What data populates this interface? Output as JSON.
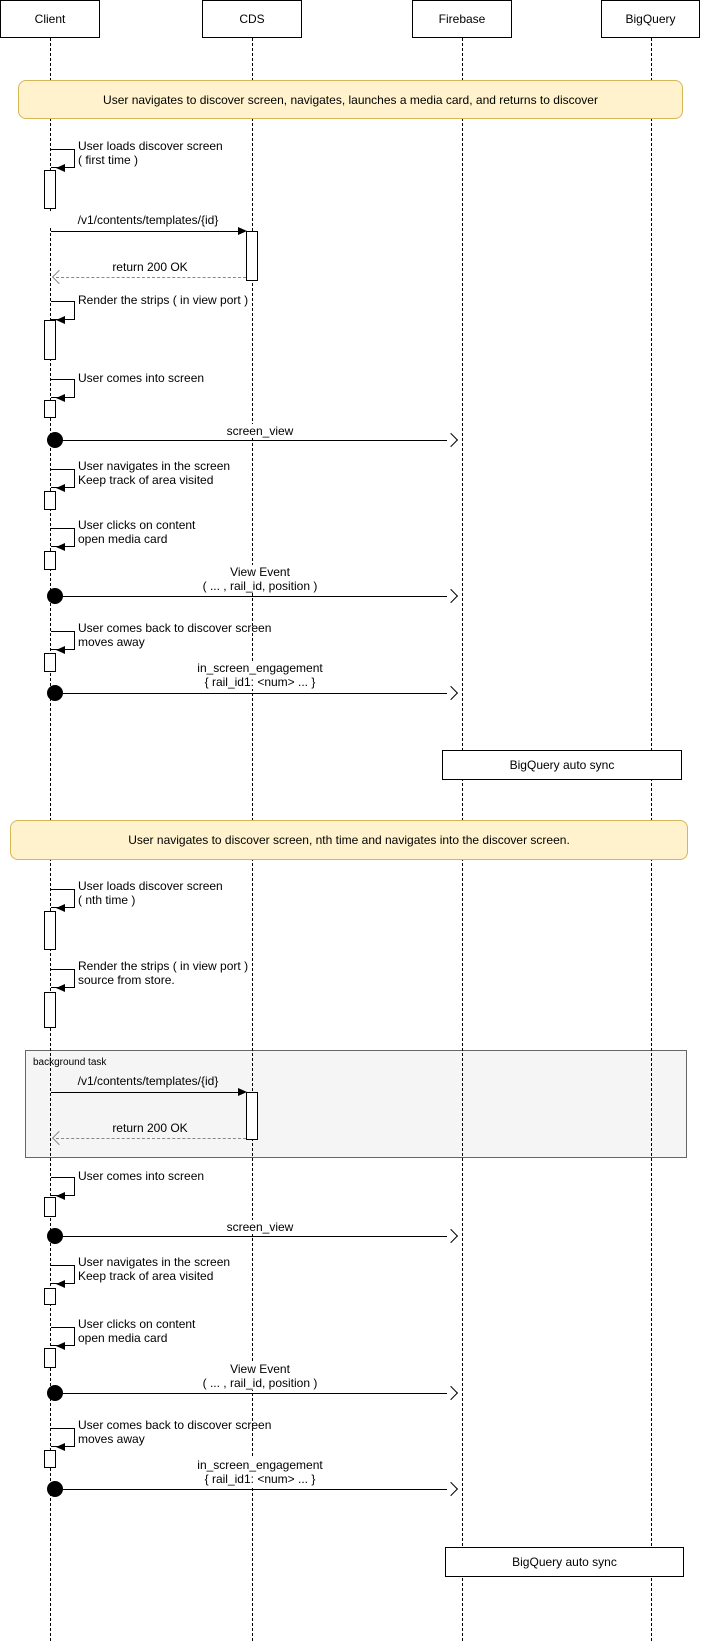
{
  "diagram_type": "uml-sequence-diagram",
  "actors": {
    "client": "Client",
    "cds": "CDS",
    "firebase": "Firebase",
    "bigquery": "BigQuery"
  },
  "notes": {
    "n1": "User navigates to discover screen, navigates, launches a media card, and returns to discover",
    "n2": "User navigates to discover screen, nth time and navigates into the discover screen."
  },
  "frame": {
    "label": "background task"
  },
  "sync_boxes": {
    "bq1": "BigQuery auto sync",
    "bq2": "BigQuery auto sync"
  },
  "messages": {
    "m1": {
      "line1": "User loads discover screen",
      "line2": "( first time )"
    },
    "m2": {
      "label": "/v1/contents/templates/{id}"
    },
    "m3": {
      "label": "return 200 OK"
    },
    "m4": {
      "line1": "Render the strips ( in view port )"
    },
    "m5": {
      "line1": "User comes into screen"
    },
    "m6": {
      "label": "screen_view"
    },
    "m7": {
      "line1": "User navigates in the screen",
      "line2": "Keep track of area visited"
    },
    "m8": {
      "line1": "User clicks on content",
      "line2": "open media card"
    },
    "m9": {
      "line1": "View Event",
      "line2": "( ... , rail_id, position )"
    },
    "m10": {
      "line1": "User comes back to discover screen",
      "line2": "moves away"
    },
    "m11": {
      "line1": "in_screen_engagement",
      "line2": "{ rail_id1: <num> ... }"
    },
    "m12": {
      "line1": "User loads discover screen",
      "line2": "( nth time )"
    },
    "m13": {
      "line1": "Render the strips ( in view port )",
      "line2": "source from store."
    },
    "m14": {
      "label": "/v1/contents/templates/{id}"
    },
    "m15": {
      "label": "return 200 OK"
    },
    "m16": {
      "line1": "User comes into screen"
    },
    "m17": {
      "label": "screen_view"
    },
    "m18": {
      "line1": "User navigates in the screen",
      "line2": "Keep track of area visited"
    },
    "m19": {
      "line1": "User clicks on content",
      "line2": "open media card"
    },
    "m20": {
      "line1": "View Event",
      "line2": "( ... , rail_id, position )"
    },
    "m21": {
      "line1": "User comes back to discover screen",
      "line2": "moves away"
    },
    "m22": {
      "line1": "in_screen_engagement",
      "line2": "{ rail_id1: <num> ... }"
    }
  },
  "colors": {
    "note_fill": "#FFF2CC",
    "note_border": "#D6B656",
    "frame_fill": "#F5F5F5",
    "frame_border": "#666666",
    "line": "#000000",
    "return_line": "#888888"
  }
}
